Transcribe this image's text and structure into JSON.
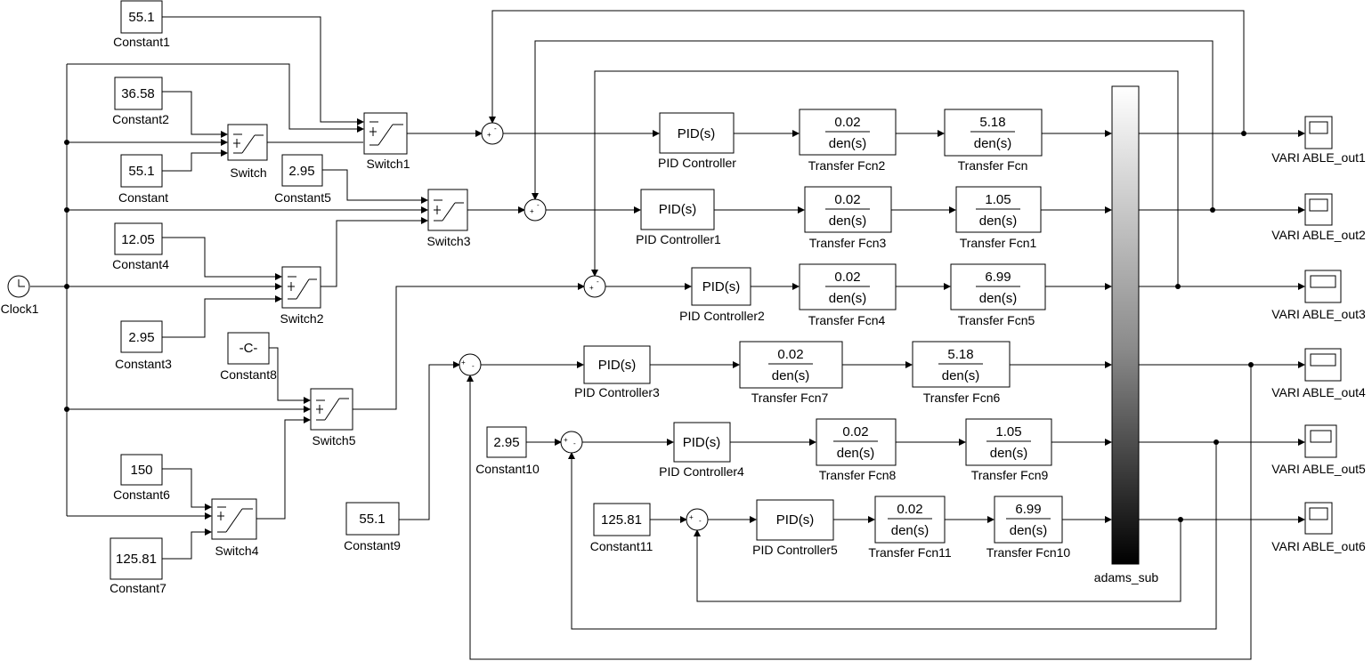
{
  "clock": {
    "label": "Clock1"
  },
  "constants": [
    {
      "id": "c1",
      "value": "55.1",
      "label": "Constant1"
    },
    {
      "id": "c2",
      "value": "36.58",
      "label": "Constant2"
    },
    {
      "id": "c0",
      "value": "55.1",
      "label": "Constant"
    },
    {
      "id": "c5",
      "value": "2.95",
      "label": "Constant5"
    },
    {
      "id": "c4",
      "value": "12.05",
      "label": "Constant4"
    },
    {
      "id": "c3",
      "value": "2.95",
      "label": "Constant3"
    },
    {
      "id": "c8",
      "value": "-C-",
      "label": "Constant8"
    },
    {
      "id": "c6",
      "value": "150",
      "label": "Constant6"
    },
    {
      "id": "c7",
      "value": "125.81",
      "label": "Constant7"
    },
    {
      "id": "c9",
      "value": "55.1",
      "label": "Constant9"
    },
    {
      "id": "c10",
      "value": "2.95",
      "label": "Constant10"
    },
    {
      "id": "c11",
      "value": "125.81",
      "label": "Constant11"
    }
  ],
  "switches": [
    {
      "id": "sw",
      "label": "Switch"
    },
    {
      "id": "sw1",
      "label": "Switch1"
    },
    {
      "id": "sw3",
      "label": "Switch3"
    },
    {
      "id": "sw2",
      "label": "Switch2"
    },
    {
      "id": "sw5",
      "label": "Switch5"
    },
    {
      "id": "sw4",
      "label": "Switch4"
    }
  ],
  "pid": [
    {
      "id": "p0",
      "text": "PID(s)",
      "label": "PID Controller"
    },
    {
      "id": "p1",
      "text": "PID(s)",
      "label": "PID Controller1"
    },
    {
      "id": "p2",
      "text": "PID(s)",
      "label": "PID Controller2"
    },
    {
      "id": "p3",
      "text": "PID(s)",
      "label": "PID Controller3"
    },
    {
      "id": "p4",
      "text": "PID(s)",
      "label": "PID Controller4"
    },
    {
      "id": "p5",
      "text": "PID(s)",
      "label": "PID Controller5"
    }
  ],
  "transfer": [
    {
      "id": "t2",
      "num": "0.02",
      "den": "den(s)",
      "label": "Transfer Fcn2"
    },
    {
      "id": "t0",
      "num": "5.18",
      "den": "den(s)",
      "label": "Transfer Fcn"
    },
    {
      "id": "t3",
      "num": "0.02",
      "den": "den(s)",
      "label": "Transfer Fcn3"
    },
    {
      "id": "t1",
      "num": "1.05",
      "den": "den(s)",
      "label": "Transfer Fcn1"
    },
    {
      "id": "t4",
      "num": "0.02",
      "den": "den(s)",
      "label": "Transfer Fcn4"
    },
    {
      "id": "t5",
      "num": "6.99",
      "den": "den(s)",
      "label": "Transfer Fcn5"
    },
    {
      "id": "t7",
      "num": "0.02",
      "den": "den(s)",
      "label": "Transfer Fcn7"
    },
    {
      "id": "t6",
      "num": "5.18",
      "den": "den(s)",
      "label": "Transfer Fcn6"
    },
    {
      "id": "t8",
      "num": "0.02",
      "den": "den(s)",
      "label": "Transfer Fcn8"
    },
    {
      "id": "t9",
      "num": "1.05",
      "den": "den(s)",
      "label": "Transfer Fcn9"
    },
    {
      "id": "t11",
      "num": "0.02",
      "den": "den(s)",
      "label": "Transfer Fcn11"
    },
    {
      "id": "t10",
      "num": "6.99",
      "den": "den(s)",
      "label": "Transfer Fcn10"
    }
  ],
  "adams": {
    "label": "adams_sub"
  },
  "scopes": [
    {
      "id": "o1",
      "label": "VARI ABLE_out1"
    },
    {
      "id": "o2",
      "label": "VARI ABLE_out2"
    },
    {
      "id": "o3",
      "label": "VARI ABLE_out3"
    },
    {
      "id": "o4",
      "label": "VARI ABLE_out4"
    },
    {
      "id": "o5",
      "label": "VARI ABLE_out5"
    },
    {
      "id": "o6",
      "label": "VARI ABLE_out6"
    }
  ],
  "sum_signs": {
    "plus": "+",
    "minus": "-"
  }
}
